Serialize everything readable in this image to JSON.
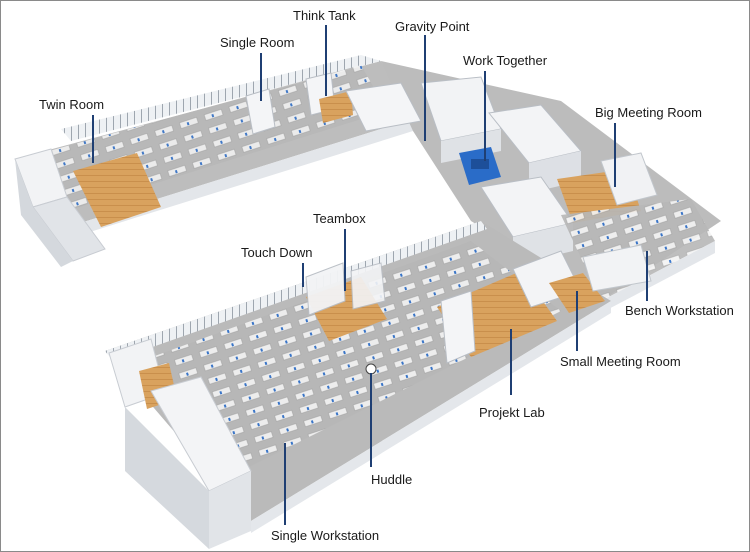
{
  "diagram": {
    "labels": {
      "think_tank": "Think Tank",
      "gravity_point": "Gravity Point",
      "single_room": "Single Room",
      "work_together": "Work Together",
      "twin_room": "Twin Room",
      "big_meeting_room": "Big Meeting Room",
      "teambox": "Teambox",
      "touch_down": "Touch Down",
      "bench_workstation": "Bench Workstation",
      "small_meeting_room": "Small Meeting Room",
      "projekt_lab": "Projekt Lab",
      "huddle": "Huddle",
      "single_workstation": "Single Workstation"
    },
    "colors": {
      "callout_line": "#1f3f73",
      "floor_gray": "#b9b9b9",
      "wood_floor": "#d9a25e",
      "wall": "#e8ebef",
      "accent_blue": "#2a6cc8"
    }
  }
}
